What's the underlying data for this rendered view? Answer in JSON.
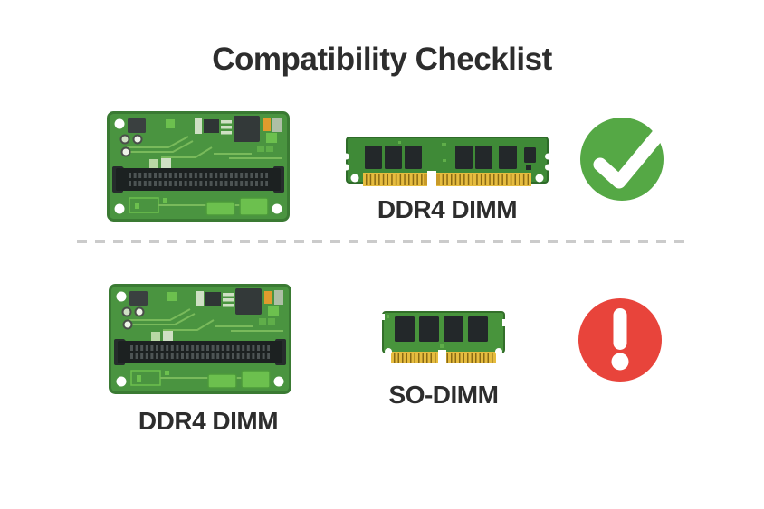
{
  "title": "Compatibility Checklist",
  "colors": {
    "check_green": "#55a845",
    "alert_red": "#e8443b",
    "pcb_green": "#4a9440",
    "module_pcb_green": "#3f8a37",
    "gold_pins": "#e6bc3f"
  },
  "rows": [
    {
      "module_label": "DDR4 DIMM",
      "status_icon": "check-icon"
    },
    {
      "board_label": "DDR4 DIMM",
      "module_label": "SO-DIMM",
      "status_icon": "exclamation-icon"
    }
  ]
}
